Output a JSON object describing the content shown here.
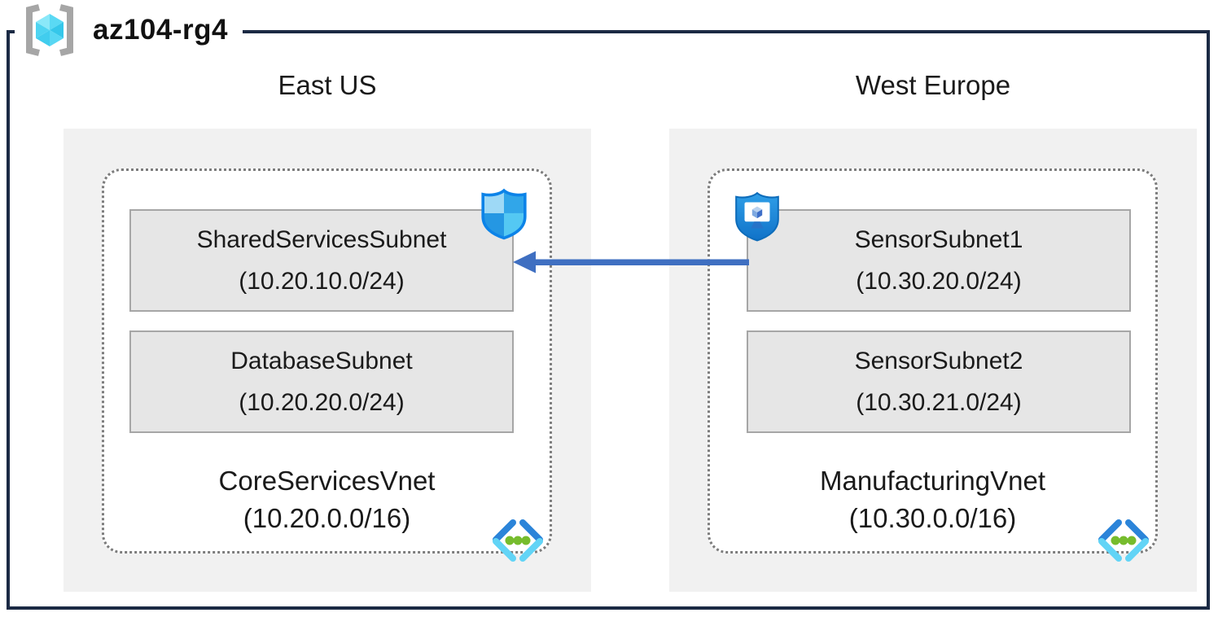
{
  "resource_group": {
    "name": "az104-rg4",
    "icon": "resource-group"
  },
  "regions": [
    {
      "name": "East US",
      "vnet": {
        "name": "CoreServicesVnet",
        "cidr": "(10.20.0.0/16)",
        "icon": "virtual-network"
      },
      "subnets": [
        {
          "name": "SharedServicesSubnet",
          "cidr": "(10.20.10.0/24)",
          "badge": "nsg-shield"
        },
        {
          "name": "DatabaseSubnet",
          "cidr": "(10.20.20.0/24)",
          "badge": null
        }
      ]
    },
    {
      "name": "West Europe",
      "vnet": {
        "name": "ManufacturingVnet",
        "cidr": "(10.30.0.0/16)",
        "icon": "virtual-network"
      },
      "subnets": [
        {
          "name": "SensorSubnet1",
          "cidr": "(10.30.20.0/24)",
          "badge": "shield-monitor"
        },
        {
          "name": "SensorSubnet2",
          "cidr": "(10.30.21.0/24)",
          "badge": null
        }
      ]
    }
  ],
  "connection": {
    "from": "SensorSubnet1",
    "to": "SharedServicesSubnet",
    "direction": "right-to-left",
    "color": "#3f6fc1"
  },
  "colors": {
    "outer-border": "#1b2a44",
    "region-fill": "#f1f1f1",
    "subnet-fill": "#e6e6e6",
    "subnet-border": "#a6a6a6",
    "vnet-border": "#7c7c7c",
    "arrow": "#3f6fc1",
    "text": "#1a1a1a"
  }
}
